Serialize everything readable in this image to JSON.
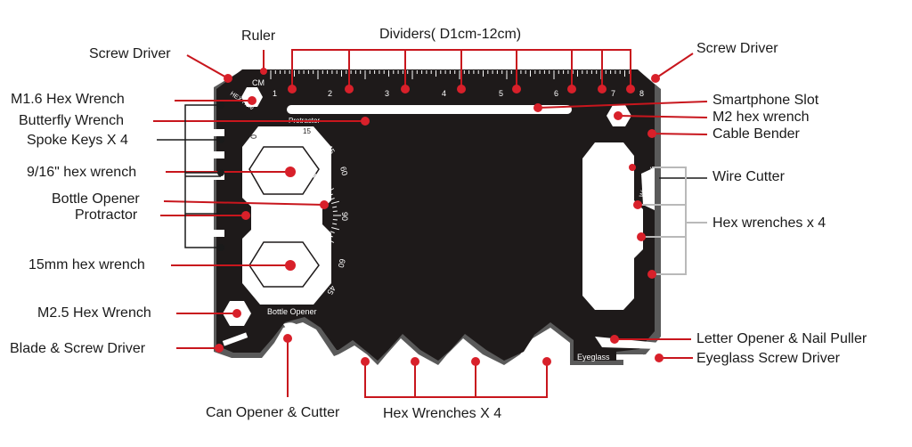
{
  "labels": {
    "screw_driver_left": "Screw Driver",
    "ruler": "Ruler",
    "dividers": "Dividers( D1cm-12cm)",
    "screw_driver_right": "Screw Driver",
    "m16_hex": "M1.6 Hex Wrench",
    "butterfly": "Butterfly Wrench",
    "spoke_keys": "Spoke Keys X 4",
    "hex_916": "9/16\" hex wrench",
    "bottle_opener": "Bottle Opener",
    "protractor": "Protractor",
    "hex_15mm": "15mm hex wrench",
    "m25_hex": "M2.5 Hex Wrench",
    "blade": "Blade & Screw Driver",
    "can_opener": "Can Opener & Cutter",
    "hex_bottom": "Hex Wrenches X 4",
    "smartphone": "Smartphone Slot",
    "m2_hex": "M2 hex wrench",
    "cable_bender": "Cable Bender",
    "wire_cutter": "Wire Cutter",
    "hex_right": "Hex wrenches x 4",
    "letter_opener": "Letter Opener & Nail Puller",
    "eyeglass_driver": "Eyeglass Screw Driver"
  },
  "card_text": {
    "cm": "CM",
    "protractor": "Protractor",
    "bottle_opener": "Bottle Opener",
    "cutter": "Cutter",
    "eyeglass": "Eyeglass",
    "wire_cutter": "Wire Cutter",
    "hex_hole": "HEX Hole"
  },
  "ruler_numbers": [
    "1",
    "2",
    "3",
    "4",
    "5",
    "6",
    "7",
    "8"
  ],
  "protractor_numbers": [
    "0",
    "15",
    "45",
    "60",
    "90",
    "60",
    "45"
  ],
  "colors": {
    "card": "#1e1a1a",
    "card_edge": "#5a5a5a",
    "dot": "#d8202a",
    "line": "#c8161d",
    "bracket": "#1a1a1a",
    "gray_bracket": "#b9b9b9",
    "cutout": "#ffffff",
    "text": "#1a1a1a"
  }
}
